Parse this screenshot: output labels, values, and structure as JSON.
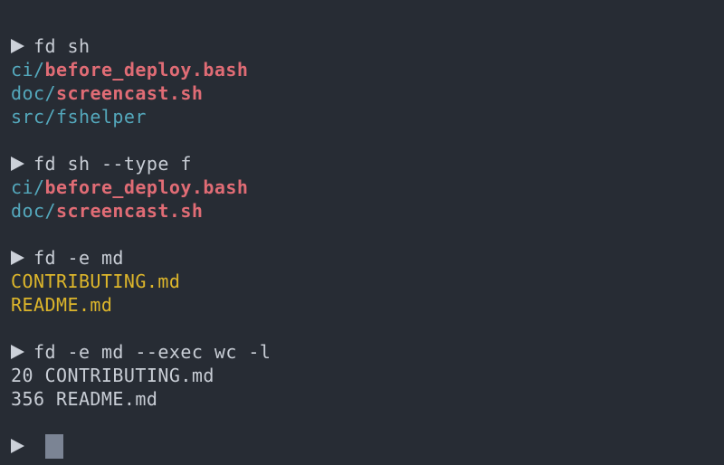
{
  "terminal": {
    "background": "#272c34",
    "foreground": "#c8cdd5",
    "palette": {
      "cyan": "#54a8bc",
      "red": "#e06c75",
      "yellow": "#ddb62b",
      "fg": "#c8cdd5",
      "cursor": "#7b8494",
      "prompt": "#ccd1d9"
    },
    "prompt_symbol": "▶",
    "blocks": [
      {
        "command": "fd sh",
        "output": [
          {
            "segments": [
              {
                "text": "ci/",
                "color": "cyan",
                "bold": false
              },
              {
                "text": "before_deploy.bash",
                "color": "red",
                "bold": true
              }
            ]
          },
          {
            "segments": [
              {
                "text": "doc/",
                "color": "cyan",
                "bold": false
              },
              {
                "text": "screencast.sh",
                "color": "red",
                "bold": true
              }
            ]
          },
          {
            "segments": [
              {
                "text": "src/fshelper",
                "color": "cyan",
                "bold": false
              }
            ]
          }
        ]
      },
      {
        "command": "fd sh --type f",
        "output": [
          {
            "segments": [
              {
                "text": "ci/",
                "color": "cyan",
                "bold": false
              },
              {
                "text": "before_deploy.bash",
                "color": "red",
                "bold": true
              }
            ]
          },
          {
            "segments": [
              {
                "text": "doc/",
                "color": "cyan",
                "bold": false
              },
              {
                "text": "screencast.sh",
                "color": "red",
                "bold": true
              }
            ]
          }
        ]
      },
      {
        "command": "fd -e md",
        "output": [
          {
            "segments": [
              {
                "text": "CONTRIBUTING.md",
                "color": "yellow",
                "bold": false
              }
            ]
          },
          {
            "segments": [
              {
                "text": "README.md",
                "color": "yellow",
                "bold": false
              }
            ]
          }
        ]
      },
      {
        "command": "fd -e md --exec wc -l",
        "output": [
          {
            "segments": [
              {
                "text": "20 CONTRIBUTING.md",
                "color": "fg",
                "bold": false
              }
            ]
          },
          {
            "segments": [
              {
                "text": "356 README.md",
                "color": "fg",
                "bold": false
              }
            ]
          }
        ]
      }
    ],
    "final_prompt": {
      "symbol": "▶",
      "cursor_visible": true
    }
  }
}
